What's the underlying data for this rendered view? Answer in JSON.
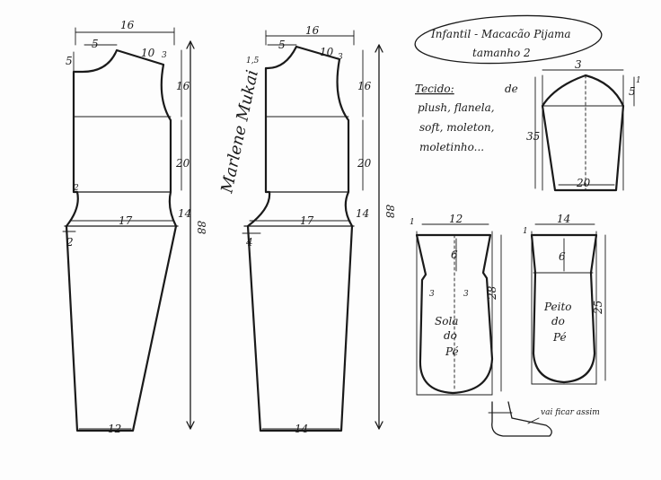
{
  "title": {
    "line1": "Infantil - Macacão Pijama",
    "line2": "tamanho 2"
  },
  "fabric": {
    "label": "Tecido:",
    "de": "de",
    "line1": "plush, flanela,",
    "line2": "soft, moleton,",
    "line3": "moletinho..."
  },
  "signature": "Marlene Mukai",
  "back_piece": {
    "top_width": "16",
    "neck_width": "5",
    "neck_depth": "5",
    "shoulder_drop": "10",
    "shoulder_tip": "3",
    "armhole_depth": "16",
    "waist_length": "20",
    "crotch_left": "2",
    "crotch_right": "14",
    "hip_width": "17",
    "hip_left": "2",
    "hem_width": "12",
    "total_length": "88"
  },
  "front_piece": {
    "top_width": "16",
    "neck_width": "5",
    "neck_depth": "1,5",
    "shoulder_drop": "10",
    "shoulder_tip": "3",
    "armhole_depth": "16",
    "waist_length": "20",
    "crotch_right": "14",
    "hip_width": "17",
    "hip_left": "4",
    "hem_width": "14",
    "total_length": "88"
  },
  "sleeve": {
    "top_width": "3",
    "cap_height": "5",
    "length": "35",
    "cuff_width": "20",
    "tick": "1"
  },
  "sole": {
    "top_width": "12",
    "depth": "6",
    "side_tick": "1",
    "notch_left": "3",
    "notch_right": "3",
    "length": "28",
    "label1": "Sola",
    "label2": "do",
    "label3": "Pé"
  },
  "instep": {
    "top_width": "14",
    "depth": "6",
    "side_tick": "1",
    "length": "25",
    "label1": "Peito",
    "label2": "do",
    "label3": "Pé"
  },
  "foot_note": "vai ficar assim"
}
